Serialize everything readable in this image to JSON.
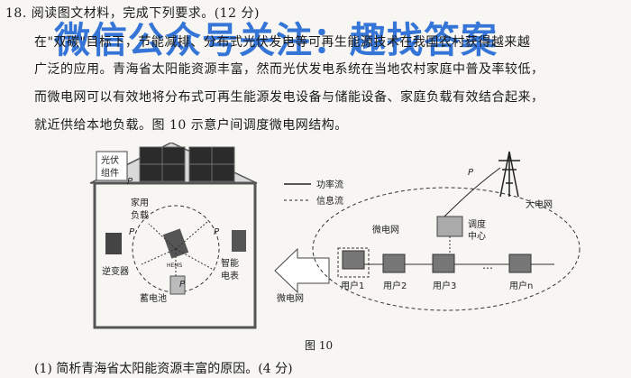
{
  "question": {
    "heading": "18. 阅读图文材料，完成下列要求。(12 分)",
    "para_line1": "在\"双碳\"目标下，节能减排、分布式光伏发电等可再生能源技术在我国农村获得越来越",
    "para_line2": "广泛的应用。青海省太阳能资源丰富，然而光伏发电系统在当地农村家庭中普及率较低，",
    "para_line3": "而微电网可以有效地将分布式可再生能源发电设备与储能设备、家庭负载有效结合起来，",
    "para_line4": "就近供给本地负载。图 10 示意户间调度微电网结构。",
    "sub_question_1": "(1) 简析青海省太阳能资源丰富的原因。(4 分)"
  },
  "watermark": "微信公众号关注：趣找答案",
  "figure": {
    "caption": "图 10",
    "labels": {
      "pv_line1": "光伏",
      "pv_line2": "组件",
      "pv_p": "P",
      "load_line1": "家用",
      "load_line2": "负载",
      "inverter": "逆变器",
      "battery": "蓄电池",
      "meter_line1": "智能",
      "meter_line2": "电表",
      "hems": "HEMS",
      "p_left": "P",
      "p_right": "P",
      "p_bottom": "P",
      "legend_power": "功率流",
      "legend_info": "信息流",
      "microgrid_top": "微电网",
      "microgrid_bottom": "微电网",
      "grid": "大电网",
      "dispatch_line1": "调度",
      "dispatch_line2": "中心",
      "p_grid": "P",
      "user1": "用户1",
      "user2": "用户2",
      "user3": "用户3",
      "user_n": "用户n",
      "ellipsis": "…"
    }
  }
}
